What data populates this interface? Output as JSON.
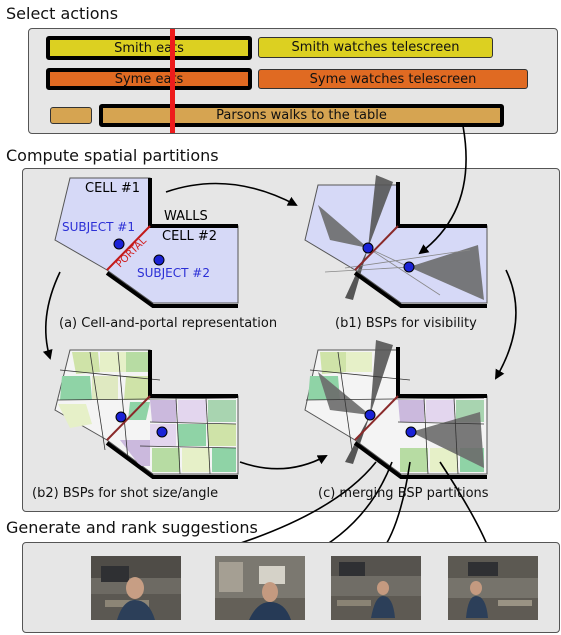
{
  "sections": {
    "select": "Select actions",
    "compute": "Compute spatial partitions",
    "generate": "Generate and rank suggestions"
  },
  "actions": {
    "smith_eats": "Smith eats",
    "smith_watches": "Smith watches telescreen",
    "syme_eats": "Syme eats",
    "syme_watches": "Syme watches telescreen",
    "parsons_walks": "Parsons walks to the table"
  },
  "diagram": {
    "cell1": "CELL #1",
    "cell2": "CELL #2",
    "walls": "WALLS",
    "portal": "PORTAL",
    "subject1": "SUBJECT #1",
    "subject2": "SUBJECT #2"
  },
  "captions": {
    "a": "(a) Cell-and-portal representation",
    "b1": "(b1) BSPs for visibility",
    "b2": "(b2) BSPs for shot size/angle",
    "c": "(c) merging BSP partitions"
  },
  "colors": {
    "panel": "#e6e6e6",
    "room": "#d6d9f7",
    "subject": "#1a22d6",
    "portal": "#d11e1e",
    "playhead": "#ee1c1c"
  }
}
